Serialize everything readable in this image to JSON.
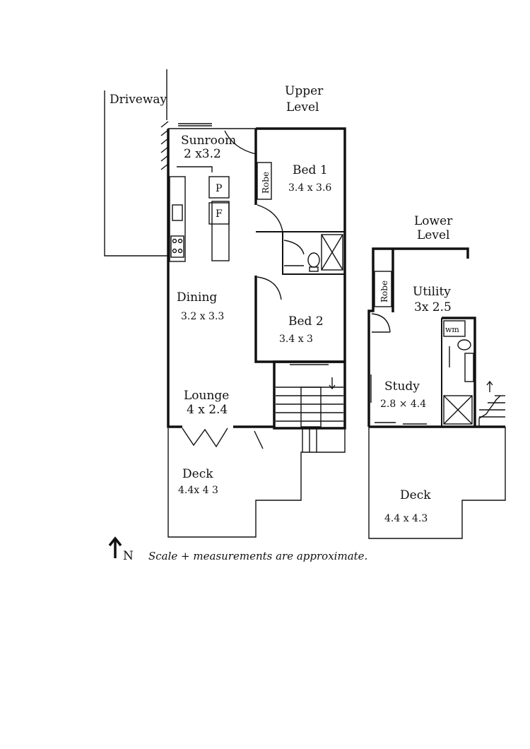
{
  "labels": {
    "driveway": "Driveway",
    "upper_level_1": "Upper",
    "upper_level_2": "Level",
    "lower_level_1": "Lower",
    "lower_level_2": "Level",
    "sunroom": "Sunroom",
    "sunroom_size": "2 x3.2",
    "bed1": "Bed 1",
    "bed1_size": "3.4 x 3.6",
    "robe_upper": "Robe",
    "pantry": "P",
    "fridge": "F",
    "dining": "Dining",
    "dining_size": "3.2 x 3.3",
    "bed2": "Bed 2",
    "bed2_size": "3.4 x 3",
    "lounge": "Lounge",
    "lounge_size": "4 x 2.4",
    "deck_upper": "Deck",
    "deck_upper_size": "4.4x 4 3",
    "robe_lower": "Robe",
    "utility": "Utility",
    "utility_size": "3x 2.5",
    "wm": "wm",
    "study": "Study",
    "study_size": "2.8 × 4.4",
    "deck_lower": "Deck",
    "deck_lower_size": "4.4 x 4.3",
    "north": "N",
    "scale_note": "Scale + measurements are approximate."
  }
}
